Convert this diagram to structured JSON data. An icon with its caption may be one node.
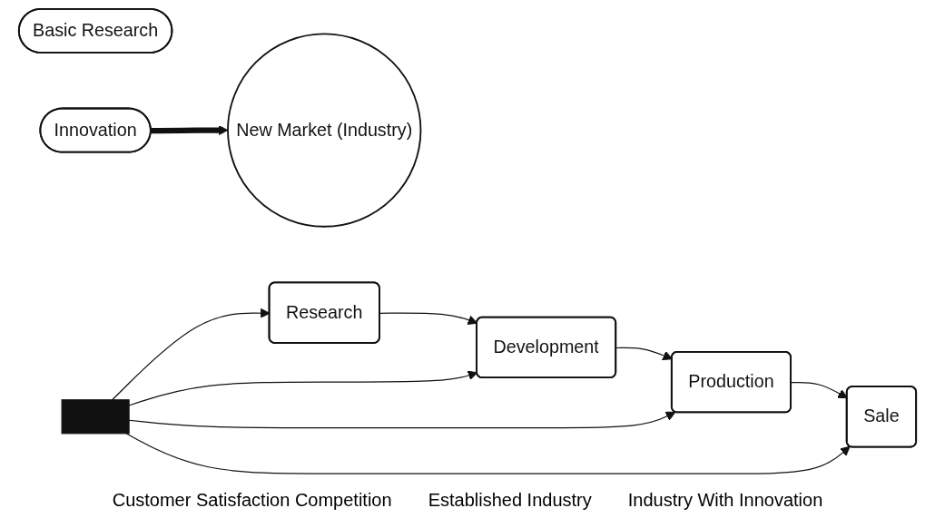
{
  "diagram": {
    "nodes": [
      {
        "text": [
          "Basic Research"
        ]
      },
      {
        "text": [
          "Innovation"
        ]
      },
      {
        "text": [
          "New Market (Industry)"
        ]
      },
      {
        "text": [
          "Research"
        ]
      },
      {
        "text": [
          "Development"
        ]
      },
      {
        "text": [
          "Production"
        ]
      },
      {
        "text": [
          "Sale"
        ]
      },
      {
        "text": [],
        "shape": "bar"
      }
    ],
    "edges": [
      {
        "from": 1,
        "to": 2,
        "arrow": "to",
        "style": "thick"
      },
      {
        "from": 3,
        "to": 4,
        "arrow": "to"
      },
      {
        "from": 4,
        "to": 5,
        "arrow": "to"
      },
      {
        "from": 5,
        "to": 6,
        "arrow": "to"
      },
      {
        "from": 7,
        "to": 3,
        "arrow": "to"
      },
      {
        "from": 7,
        "to": 4,
        "arrow": "to"
      },
      {
        "from": 7,
        "to": 5,
        "arrow": "to"
      },
      {
        "from": 7,
        "to": 6,
        "arrow": "to"
      }
    ],
    "labels": [
      "Customer Satisfaction Competition",
      "Established Industry",
      "Industry With Innovation"
    ]
  }
}
